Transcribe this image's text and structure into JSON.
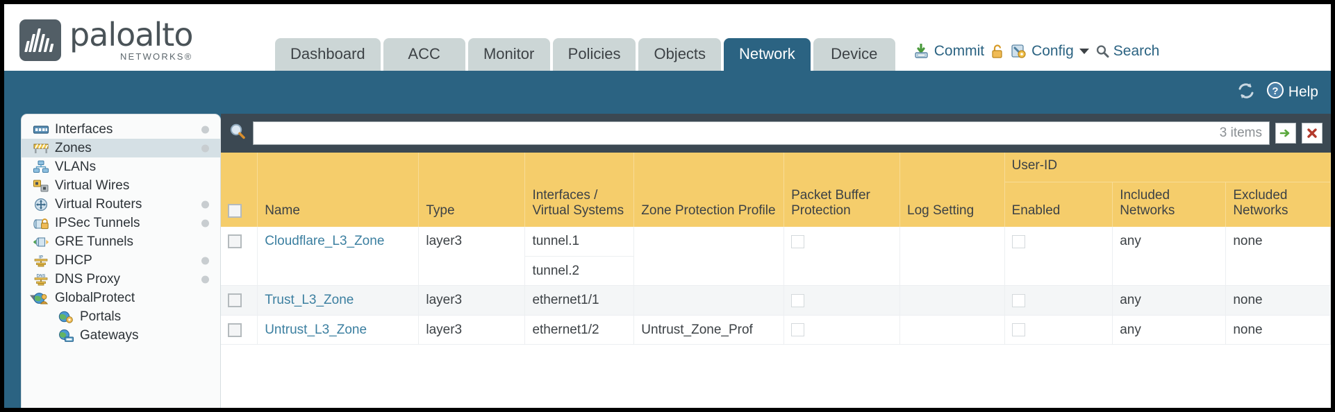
{
  "brand": {
    "name": "paloalto",
    "sub": "NETWORKS®",
    "logo_icon": "paloalto-wave-logo"
  },
  "nav_tabs": [
    {
      "label": "Dashboard",
      "active": false
    },
    {
      "label": "ACC",
      "active": false
    },
    {
      "label": "Monitor",
      "active": false
    },
    {
      "label": "Policies",
      "active": false
    },
    {
      "label": "Objects",
      "active": false
    },
    {
      "label": "Network",
      "active": true
    },
    {
      "label": "Device",
      "active": false
    }
  ],
  "toolbar": {
    "commit_label": "Commit",
    "commit_icon": "commit-save-icon",
    "lock_icon": "padlock-icon",
    "config_label": "Config",
    "config_icon": "config-wrench-icon",
    "config_caret": "chevron-down-icon",
    "search_label": "Search",
    "search_icon": "magnifier-icon"
  },
  "band": {
    "refresh_icon": "refresh-icon",
    "help_label": "Help",
    "help_icon": "help-question-icon"
  },
  "sidebar": {
    "items": [
      {
        "label": "Interfaces",
        "icon": "interfaces-icon",
        "selected": false,
        "dot": true,
        "child": false,
        "twisty": false
      },
      {
        "label": "Zones",
        "icon": "zones-barrier-icon",
        "selected": true,
        "dot": true,
        "child": false,
        "twisty": false
      },
      {
        "label": "VLANs",
        "icon": "vlans-icon",
        "selected": false,
        "dot": false,
        "child": false,
        "twisty": false
      },
      {
        "label": "Virtual Wires",
        "icon": "virtual-wires-icon",
        "selected": false,
        "dot": false,
        "child": false,
        "twisty": false
      },
      {
        "label": "Virtual Routers",
        "icon": "virtual-routers-icon",
        "selected": false,
        "dot": true,
        "child": false,
        "twisty": false
      },
      {
        "label": "IPSec Tunnels",
        "icon": "ipsec-tunnels-icon",
        "selected": false,
        "dot": true,
        "child": false,
        "twisty": false
      },
      {
        "label": "GRE Tunnels",
        "icon": "gre-tunnels-icon",
        "selected": false,
        "dot": false,
        "child": false,
        "twisty": false
      },
      {
        "label": "DHCP",
        "icon": "dhcp-icon",
        "selected": false,
        "dot": true,
        "child": false,
        "twisty": false
      },
      {
        "label": "DNS Proxy",
        "icon": "dns-proxy-icon",
        "selected": false,
        "dot": true,
        "child": false,
        "twisty": false
      },
      {
        "label": "GlobalProtect",
        "icon": "globalprotect-icon",
        "selected": false,
        "dot": false,
        "child": false,
        "twisty": true
      },
      {
        "label": "Portals",
        "icon": "portals-icon",
        "selected": false,
        "dot": false,
        "child": true,
        "twisty": false
      },
      {
        "label": "Gateways",
        "icon": "gateways-icon",
        "selected": false,
        "dot": false,
        "child": true,
        "twisty": false
      }
    ]
  },
  "search": {
    "icon": "magnifier-icon",
    "value": "",
    "placeholder": "",
    "item_count": "3 items",
    "apply_icon": "green-arrow-icon",
    "clear_icon": "red-x-icon"
  },
  "table": {
    "group_header": {
      "label": "User-ID",
      "span": 3
    },
    "headers": {
      "select_all": "",
      "name": "Name",
      "type": "Type",
      "interfaces": "Interfaces / Virtual Systems",
      "zone_protection": "Zone Protection Profile",
      "packet_buffer": "Packet Buffer Protection",
      "log_setting": "Log Setting",
      "enabled": "Enabled",
      "included_networks": "Included Networks",
      "excluded_networks": "Excluded Networks"
    },
    "rows": [
      {
        "name": "Cloudflare_L3_Zone",
        "type": "layer3",
        "interfaces": [
          "tunnel.1",
          "tunnel.2"
        ],
        "zone_protection": "",
        "packet_buffer_checked": false,
        "log_setting": "",
        "userid_enabled_checked": false,
        "included_networks": "any",
        "excluded_networks": "none",
        "selected": false
      },
      {
        "name": "Trust_L3_Zone",
        "type": "layer3",
        "interfaces": [
          "ethernet1/1"
        ],
        "zone_protection": "",
        "packet_buffer_checked": false,
        "log_setting": "",
        "userid_enabled_checked": false,
        "included_networks": "any",
        "excluded_networks": "none",
        "selected": false
      },
      {
        "name": "Untrust_L3_Zone",
        "type": "layer3",
        "interfaces": [
          "ethernet1/2"
        ],
        "zone_protection": "Untrust_Zone_Prof",
        "packet_buffer_checked": false,
        "log_setting": "",
        "userid_enabled_checked": false,
        "included_networks": "any",
        "excluded_networks": "none",
        "selected": false
      }
    ]
  },
  "colors": {
    "brand_blue": "#2b6382",
    "header_yellow": "#f5cd6b",
    "group_yellow": "#e4b84b",
    "link_blue": "#3b7fa0",
    "toolbar_dark": "#3b4852"
  }
}
